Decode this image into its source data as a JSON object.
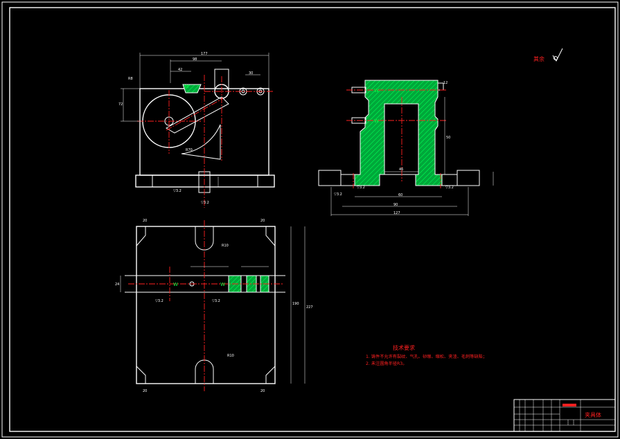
{
  "roughness": {
    "label": "其余"
  },
  "tech": {
    "title": "技术要求",
    "lines": [
      "1. 铸件不允许有裂纹、气孔、砂眼、缩松、夹渣、毛刺等缺陷；",
      "2. 未注圆角半径R3。"
    ]
  },
  "title_block": {
    "part_name": "夹具体"
  },
  "colors": {
    "line": "#ffffff",
    "centerline": "#ff2020",
    "hatch": "#00c040",
    "text_red": "#ff2020"
  }
}
